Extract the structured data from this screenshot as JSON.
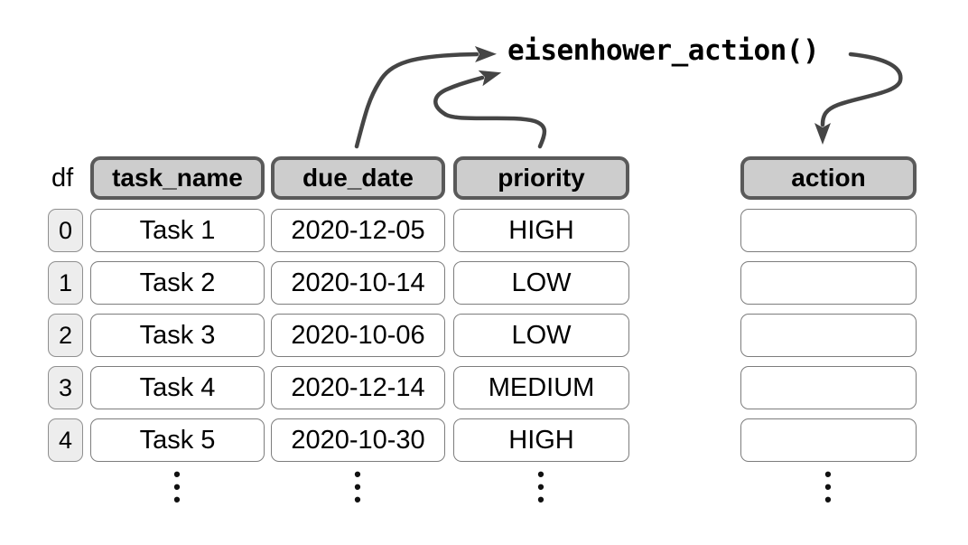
{
  "df_label": "df",
  "function_label": "eisenhower_action()",
  "headers": {
    "task_name": "task_name",
    "due_date": "due_date",
    "priority": "priority",
    "action": "action"
  },
  "rows": [
    {
      "index": "0",
      "task_name": "Task 1",
      "due_date": "2020-12-05",
      "priority": "HIGH",
      "action": ""
    },
    {
      "index": "1",
      "task_name": "Task 2",
      "due_date": "2020-10-14",
      "priority": "LOW",
      "action": ""
    },
    {
      "index": "2",
      "task_name": "Task 3",
      "due_date": "2020-10-06",
      "priority": "LOW",
      "action": ""
    },
    {
      "index": "3",
      "task_name": "Task 4",
      "due_date": "2020-12-14",
      "priority": "MEDIUM",
      "action": ""
    },
    {
      "index": "4",
      "task_name": "Task 5",
      "due_date": "2020-10-30",
      "priority": "HIGH",
      "action": ""
    }
  ],
  "more_rows_glyph": "•\n•\n•",
  "colors": {
    "header_fill": "#cdcdcd",
    "header_border": "#5a5a5a",
    "cell_border": "#7d7d7d",
    "index_fill": "#ededed",
    "index_border": "#8f8f8f",
    "arrow": "#454545",
    "text": "#000000"
  }
}
